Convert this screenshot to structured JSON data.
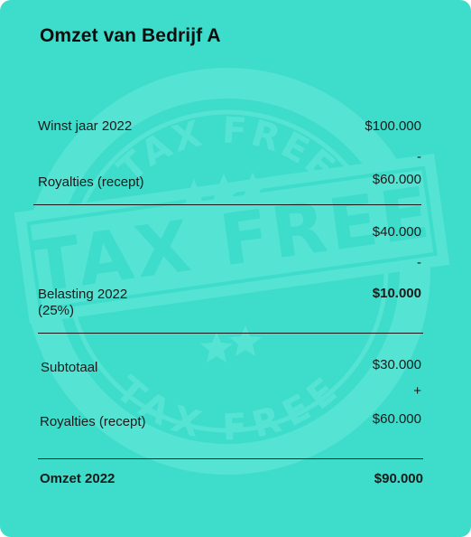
{
  "title": "Omzet van Bedrijf A",
  "colors": {
    "card_background": "#3edccb",
    "stamp": "#55e3d4",
    "text": "#111111"
  },
  "stamp": {
    "icon": "tax-free-stamp-icon",
    "top_text": "TAX FREE",
    "banner_text": "TAX FREE",
    "bottom_text": "TAX FREE"
  },
  "section1": {
    "row1_label": "Winst jaar 2022",
    "row1_value": "$100.000",
    "operator": "-",
    "row2_label": "Royalties (recept)",
    "row2_value": "$60.000"
  },
  "section2": {
    "result_value": "$40.000",
    "operator": "-",
    "tax_label_line1": "Belasting 2022",
    "tax_label_line2": "(25%)",
    "tax_value": "$10.000"
  },
  "section3": {
    "subtotal_label": "Subtotaal",
    "subtotal_value": "$30.000",
    "operator": "+",
    "royalties_label": "Royalties (recept)",
    "royalties_value": "$60.000"
  },
  "total": {
    "label": "Omzet 2022",
    "value": "$90.000"
  }
}
